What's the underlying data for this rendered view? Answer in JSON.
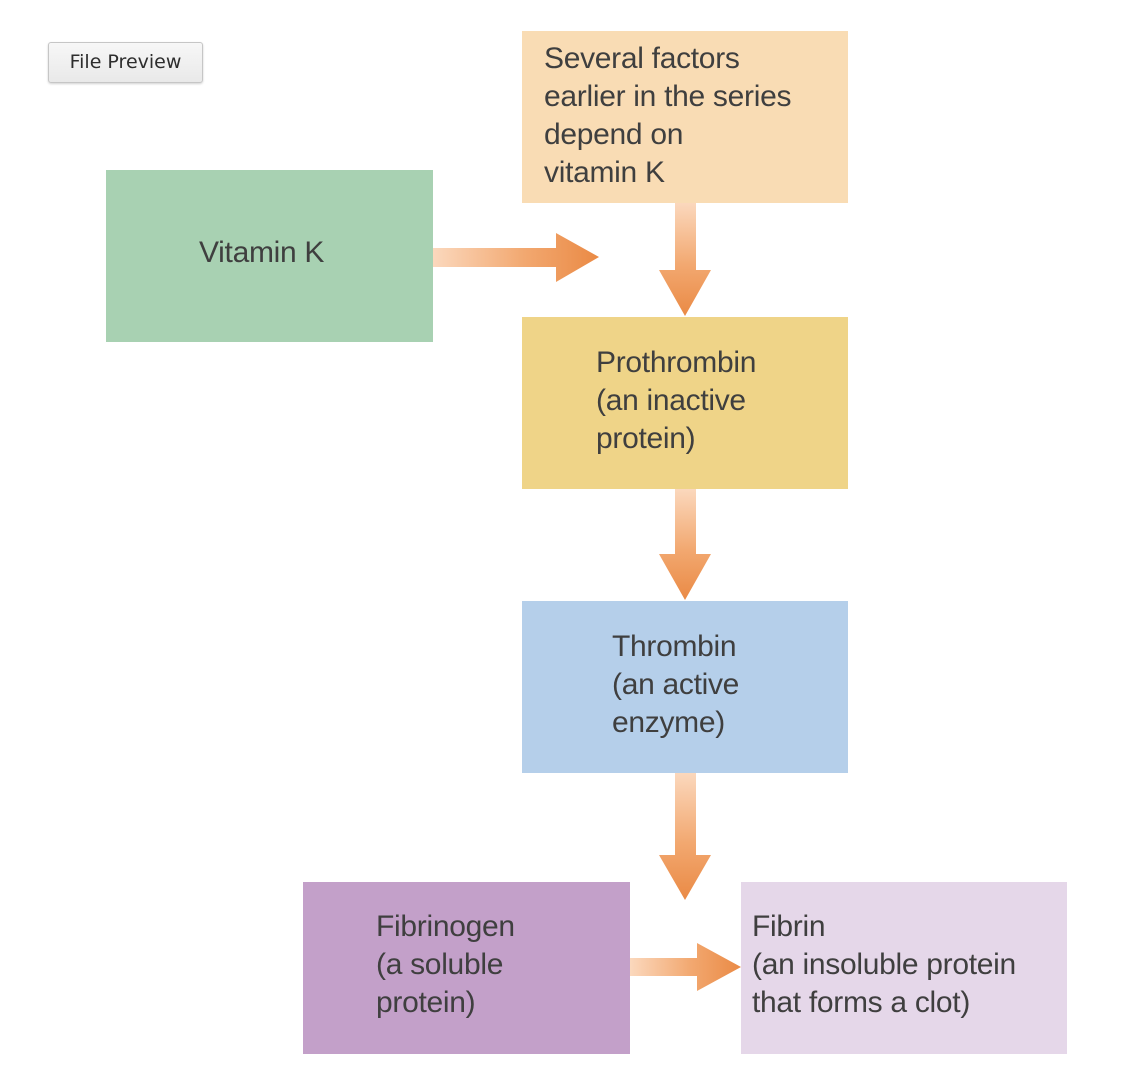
{
  "toolbar": {
    "preview_label": "File Preview"
  },
  "diagram": {
    "boxes": {
      "factors": {
        "lines": [
          "Several factors",
          "earlier in the series",
          "depend on",
          "vitamin K"
        ],
        "color": "#f9dcb4"
      },
      "vitamin_k": {
        "lines": [
          "Vitamin K"
        ],
        "color": "#a8d1b2"
      },
      "prothrombin": {
        "lines": [
          "Prothrombin",
          "(an inactive",
          "protein)"
        ],
        "color": "#efd488"
      },
      "thrombin": {
        "lines": [
          "Thrombin",
          "(an active",
          "enzyme)"
        ],
        "color": "#b5cfea"
      },
      "fibrinogen": {
        "lines": [
          "Fibrinogen",
          "(a soluble",
          "protein)"
        ],
        "color": "#c3a0c9"
      },
      "fibrin": {
        "lines": [
          "Fibrin",
          "(an insoluble protein",
          "that forms a clot)"
        ],
        "color": "#e5d7e9"
      }
    },
    "arrow_color": "#ea8c47",
    "arrows": [
      {
        "from": "vitamin_k",
        "to": "factors_to_prothrombin_arrow",
        "direction": "right"
      },
      {
        "from": "factors",
        "to": "prothrombin",
        "direction": "down"
      },
      {
        "from": "prothrombin",
        "to": "thrombin",
        "direction": "down"
      },
      {
        "from": "thrombin",
        "to": "fibrinogen_to_fibrin_arrow",
        "direction": "down"
      },
      {
        "from": "fibrinogen",
        "to": "fibrin",
        "direction": "right"
      }
    ]
  }
}
